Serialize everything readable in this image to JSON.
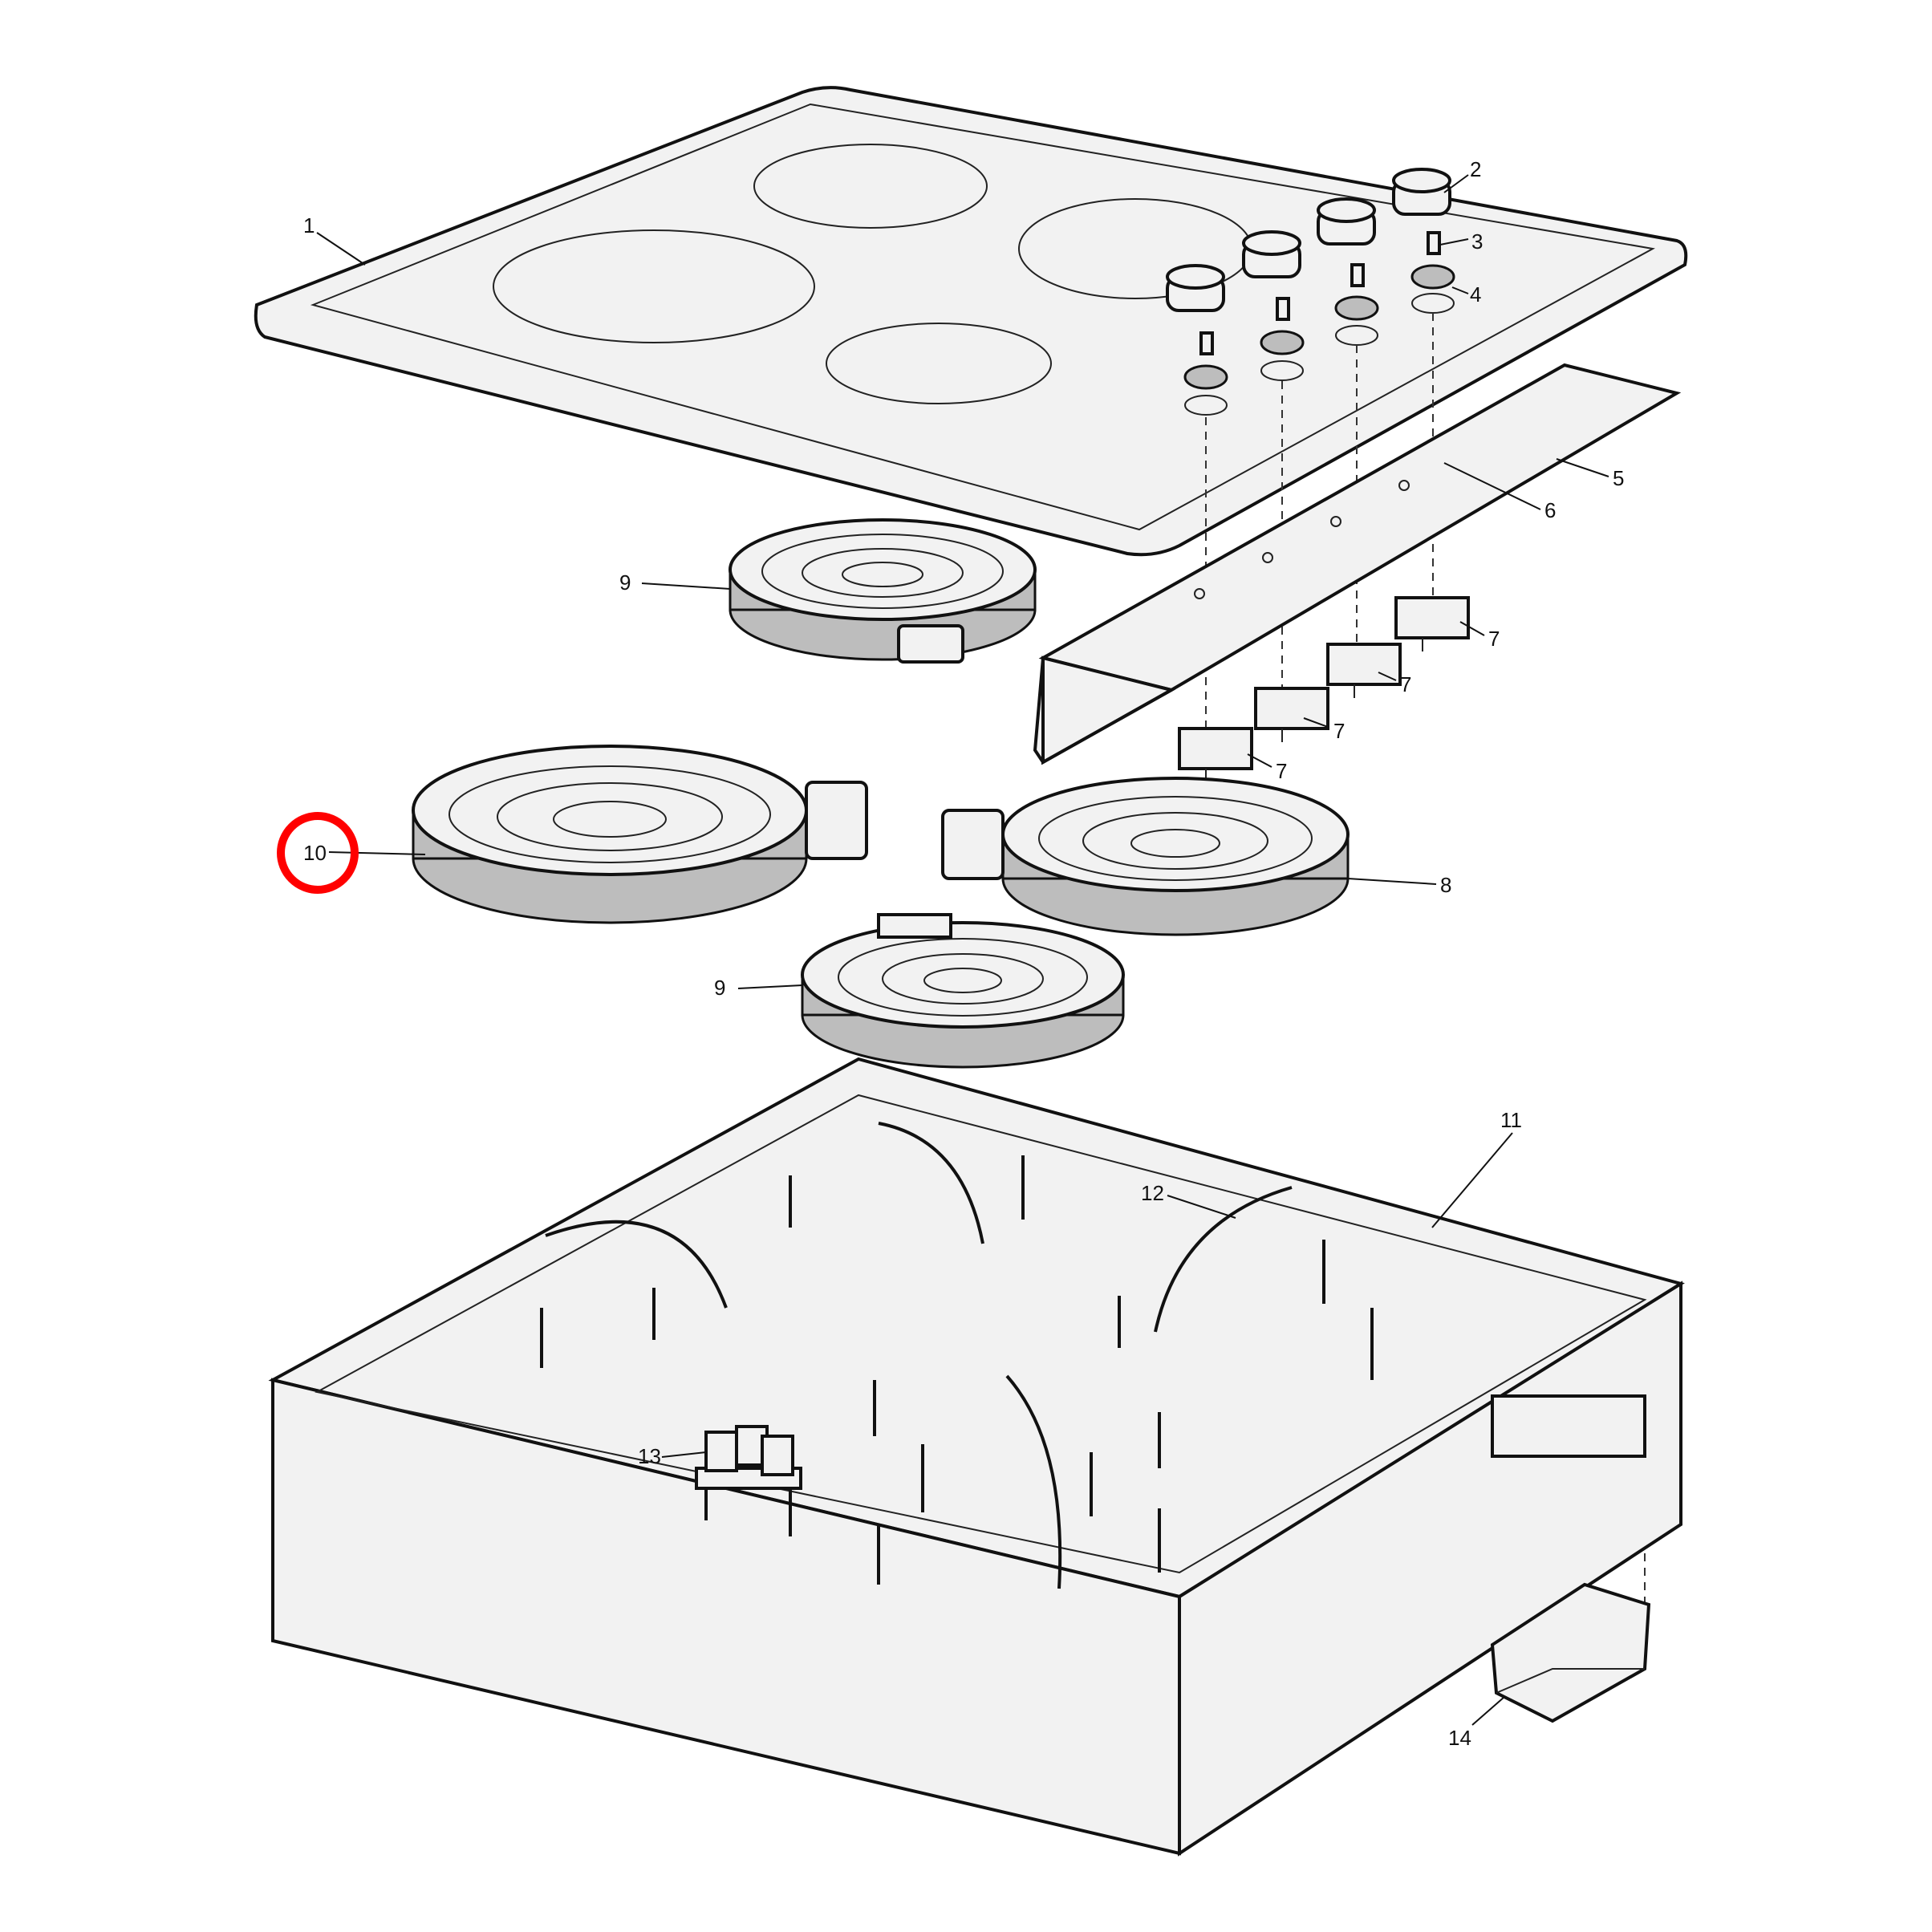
{
  "callouts": [
    {
      "id": "1",
      "text": "1"
    },
    {
      "id": "2",
      "text": "2"
    },
    {
      "id": "3",
      "text": "3"
    },
    {
      "id": "4",
      "text": "4"
    },
    {
      "id": "5",
      "text": "5"
    },
    {
      "id": "6",
      "text": "6"
    },
    {
      "id": "7a",
      "text": "7"
    },
    {
      "id": "7b",
      "text": "7"
    },
    {
      "id": "7c",
      "text": "7"
    },
    {
      "id": "7d",
      "text": "7"
    },
    {
      "id": "8",
      "text": "8"
    },
    {
      "id": "9a",
      "text": "9"
    },
    {
      "id": "9b",
      "text": "9"
    },
    {
      "id": "10",
      "text": "10"
    },
    {
      "id": "11",
      "text": "11"
    },
    {
      "id": "12",
      "text": "12"
    },
    {
      "id": "13",
      "text": "13"
    },
    {
      "id": "14",
      "text": "14"
    }
  ],
  "highlight_color": "#ff0000",
  "highlighted_callout": "10"
}
